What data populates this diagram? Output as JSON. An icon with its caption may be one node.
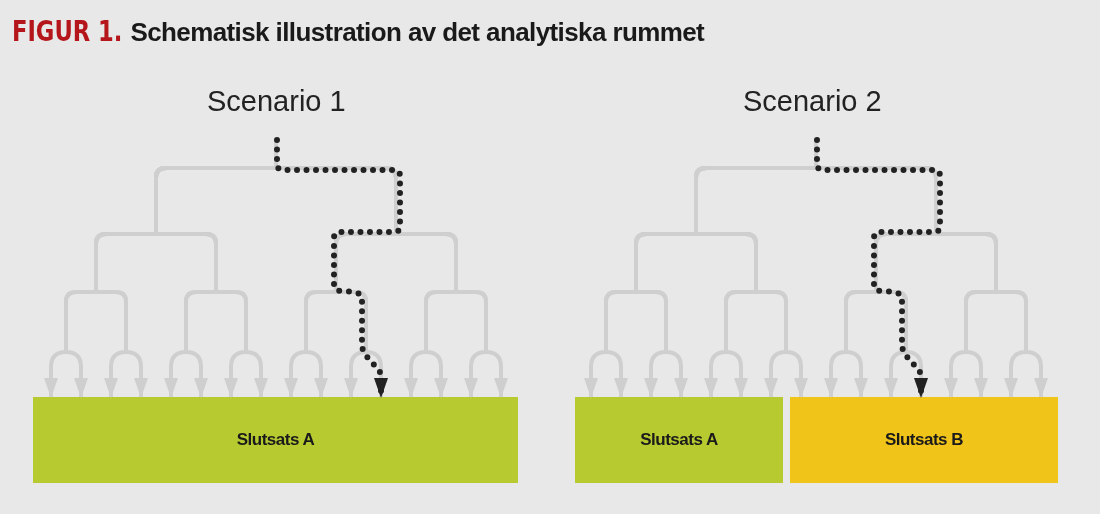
{
  "diagram": {
    "title": "Schematisk illustration av det analytiska rummet",
    "nodes": [
      {
        "text": [
          "Slutsats A"
        ]
      },
      {
        "text": [
          "Slutsats A"
        ]
      },
      {
        "text": [
          "Slutsats B"
        ]
      }
    ],
    "edges": [
      {
        "from": null,
        "to": 0,
        "arrow": "to"
      },
      {
        "from": null,
        "to": 0,
        "arrow": "to"
      },
      {
        "from": null,
        "to": 0,
        "arrow": "to"
      },
      {
        "from": null,
        "to": 0,
        "arrow": "to"
      },
      {
        "from": null,
        "to": 0,
        "arrow": "to"
      },
      {
        "from": null,
        "to": 0,
        "arrow": "to"
      },
      {
        "from": null,
        "to": 0,
        "arrow": "to"
      },
      {
        "from": null,
        "to": 0,
        "arrow": "to"
      },
      {
        "from": null,
        "to": 0,
        "arrow": "to"
      },
      {
        "from": null,
        "to": 0,
        "arrow": "to"
      },
      {
        "from": null,
        "to": 0,
        "arrow": "to"
      },
      {
        "from": null,
        "to": 0,
        "arrow": "to"
      },
      {
        "from": null,
        "to": 0,
        "arrow": "to"
      },
      {
        "from": null,
        "to": 0,
        "arrow": "to"
      },
      {
        "from": null,
        "to": 0,
        "arrow": "to"
      },
      {
        "from": null,
        "to": 0,
        "arrow": "to"
      },
      {
        "from": null,
        "to": 0,
        "arrow": "to",
        "style": "dashed",
        "color": "#222222"
      },
      {
        "from": null,
        "to": 1,
        "arrow": "to"
      },
      {
        "from": null,
        "to": 1,
        "arrow": "to"
      },
      {
        "from": null,
        "to": 1,
        "arrow": "to"
      },
      {
        "from": null,
        "to": 1,
        "arrow": "to"
      },
      {
        "from": null,
        "to": 1,
        "arrow": "to"
      },
      {
        "from": null,
        "to": 1,
        "arrow": "to"
      },
      {
        "from": null,
        "to": 1,
        "arrow": "to"
      },
      {
        "from": null,
        "to": 2,
        "arrow": "to"
      },
      {
        "from": null,
        "to": 2,
        "arrow": "to"
      },
      {
        "from": null,
        "to": 2,
        "arrow": "to"
      },
      {
        "from": null,
        "to": 2,
        "arrow": "to"
      },
      {
        "from": null,
        "to": 2,
        "arrow": "to"
      },
      {
        "from": null,
        "to": 2,
        "arrow": "to"
      },
      {
        "from": null,
        "to": 2,
        "arrow": "to"
      },
      {
        "from": null,
        "to": 2,
        "arrow": "to"
      },
      {
        "from": null,
        "to": 2,
        "arrow": "to"
      },
      {
        "from": null,
        "to": 2,
        "arrow": "to",
        "style": "dashed",
        "color": "#222222"
      }
    ],
    "labels": [
      "FIGUR 1.",
      "Scenario 1",
      "Scenario 2"
    ]
  }
}
